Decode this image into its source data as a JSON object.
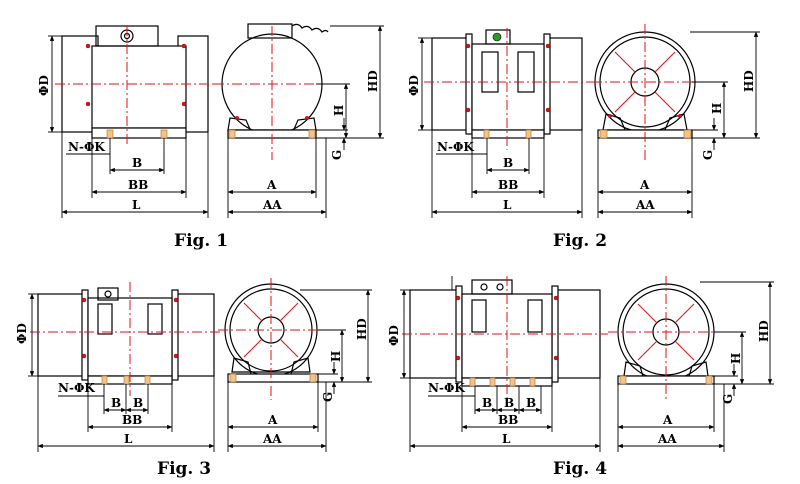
{
  "colors": {
    "outline": "#000000",
    "centerline": "#e0121a",
    "bolt_fill": "#f3c48a",
    "background": "#ffffff"
  },
  "figures": [
    {
      "caption": "Fig. 1",
      "labels": {
        "D": "ΦD",
        "HD": "HD",
        "H": "H",
        "G": "G",
        "NK": "N-ΦK",
        "B": "B",
        "BB": "BB",
        "L": "L",
        "A": "A",
        "AA": "AA"
      }
    },
    {
      "caption": "Fig. 2",
      "labels": {
        "D": "ΦD",
        "HD": "HD",
        "H": "H",
        "G": "G",
        "NK": "N-ΦK",
        "B": "B",
        "BB": "BB",
        "L": "L",
        "A": "A",
        "AA": "AA"
      }
    },
    {
      "caption": "Fig. 3",
      "labels": {
        "D": "ΦD",
        "HD": "HD",
        "H": "H",
        "G": "G",
        "NK": "N-ΦK",
        "B1": "B",
        "B2": "B",
        "BB": "BB",
        "L": "L",
        "A": "A",
        "AA": "AA"
      }
    },
    {
      "caption": "Fig. 4",
      "labels": {
        "D": "ΦD",
        "HD": "HD",
        "H": "H",
        "G": "G",
        "NK": "N-ΦK",
        "B1": "B",
        "B2": "B",
        "B3": "B",
        "BB": "BB",
        "L": "L",
        "A": "A",
        "AA": "AA"
      }
    }
  ]
}
